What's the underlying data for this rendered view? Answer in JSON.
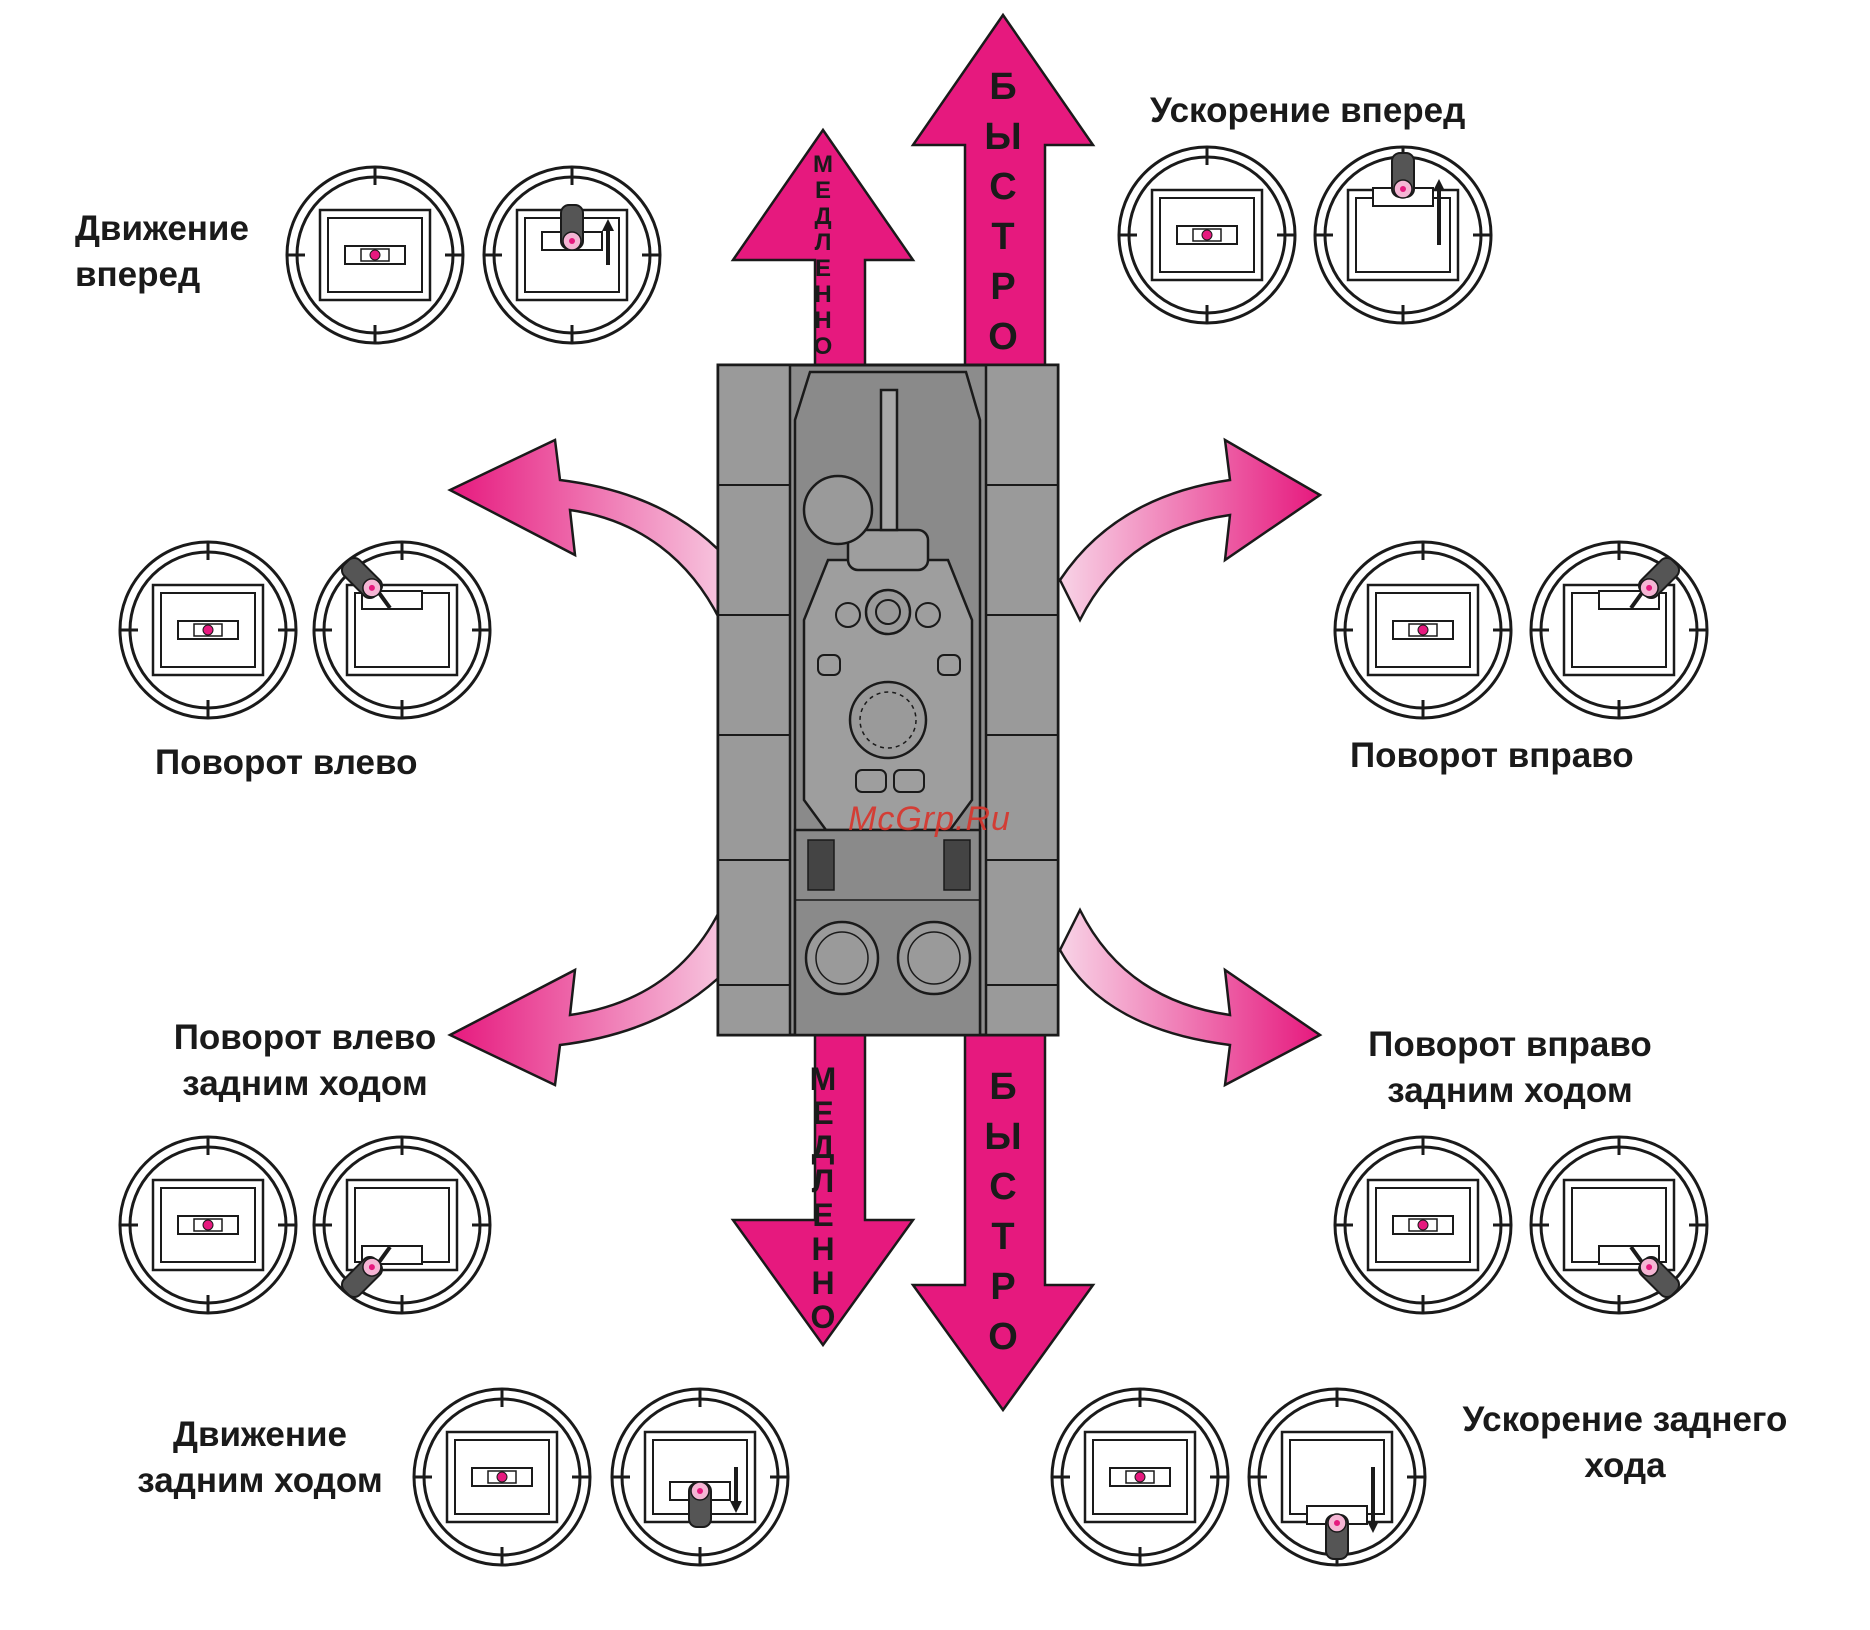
{
  "labels": {
    "forward": "Движение\nвперед",
    "accel_forward": "Ускорение вперед",
    "turn_left": "Поворот влево",
    "turn_right": "Поворот вправо",
    "turn_left_reverse": "Поворот влево\nзадним ходом",
    "turn_right_reverse": "Поворот вправо\nзадним ходом",
    "reverse": "Движение\nзадним ходом",
    "accel_reverse": "Ускорение заднего\nхода"
  },
  "arrows": {
    "slow": "МЕДЛЕННО",
    "fast": "БЫСТРО"
  },
  "watermark": "McGrp.Ru",
  "colors": {
    "arrow_pink": "#e6197e",
    "arrow_light": "#f7c6df",
    "tank_gray": "#8c8c8c",
    "outline": "#1a1a1a"
  },
  "controllers": [
    {
      "id": "forward",
      "stick": "up-small"
    },
    {
      "id": "accel_forward",
      "stick": "up-full"
    },
    {
      "id": "turn_left",
      "stick": "up-left"
    },
    {
      "id": "turn_right",
      "stick": "up-right"
    },
    {
      "id": "turn_left_reverse",
      "stick": "down-left"
    },
    {
      "id": "turn_right_reverse",
      "stick": "down-right"
    },
    {
      "id": "reverse",
      "stick": "down-small"
    },
    {
      "id": "accel_reverse",
      "stick": "down-full"
    }
  ]
}
